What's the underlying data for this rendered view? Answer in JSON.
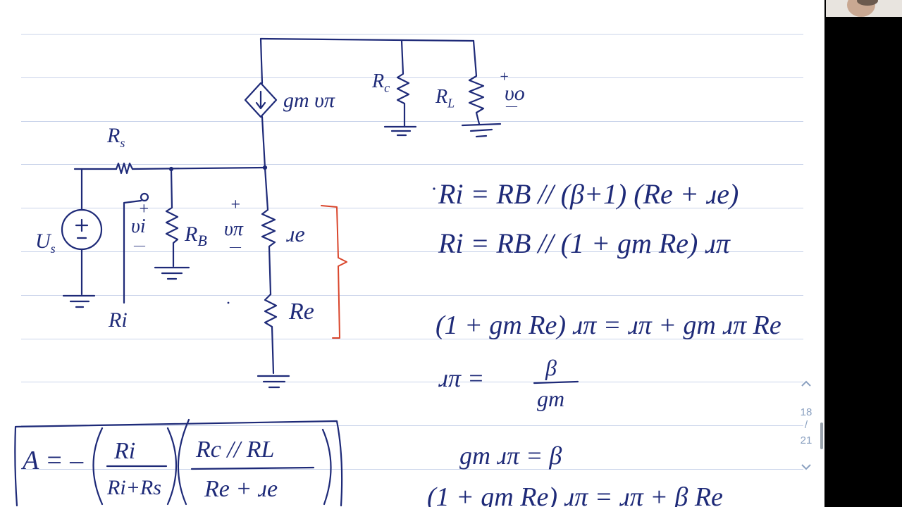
{
  "colors": {
    "ink": "#1e2a78",
    "bracket": "#d9452b",
    "rule": "#c9d3ea",
    "paper": "#ffffff"
  },
  "circuit": {
    "rs": "R",
    "rs_sub": "s",
    "vs": "U",
    "vs_sub": "s",
    "vi_plus": "+",
    "vi": "υi",
    "vi_minus": "—",
    "rb": "R",
    "rb_sub": "B",
    "vpi_plus": "+",
    "vpi": "υπ",
    "vpi_minus": "—",
    "re_small": "ɹe",
    "re_big": "Re",
    "ri": "Ri",
    "gm_source": "gm υπ",
    "rc": "R",
    "rc_sub": "c",
    "rl": "R",
    "rl_sub": "L",
    "vo_plus": "+",
    "vo": "υo",
    "vo_minus": "—"
  },
  "equations": {
    "eq1": "Ri = RB // (β+1) (Re + ɹe)",
    "eq2": "Ri = RB // (1 + gm Re) ɹπ",
    "eq3": "(1 + gm Re) ɹπ = ɹπ + gm ɹπ Re",
    "eq4_lhs": "ɹπ =",
    "eq4_num": "β",
    "eq4_den": "gm",
    "eq5": "gm ɹπ = β",
    "eq6": "(1 + gm Re) ɹπ = ɹπ + β Re",
    "gain_lhs": "A = –",
    "gain_f1_num": "Ri",
    "gain_f1_den": "Ri+Rs",
    "gain_f2_num": "Rc // RL",
    "gain_f2_den": "Re + ɹe"
  },
  "pager": {
    "current": "18",
    "separator": "/",
    "total": "21"
  }
}
